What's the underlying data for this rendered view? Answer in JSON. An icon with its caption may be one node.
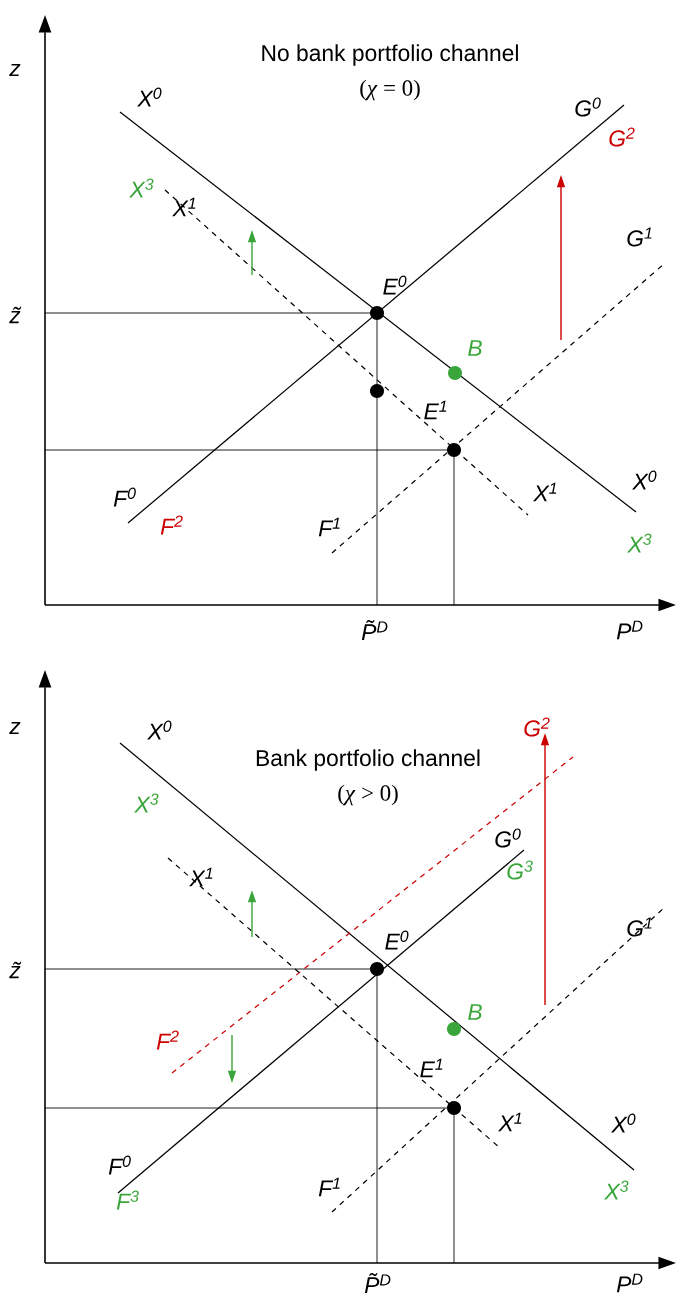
{
  "diagram": {
    "nodes": [
      {
        "text": [],
        "shape": "circle",
        "beside": [
          "E$^{0}$"
        ]
      },
      {
        "text": [],
        "shape": "circle",
        "beside": [
          "B"
        ]
      },
      {
        "text": [],
        "shape": "circle"
      },
      {
        "text": [],
        "shape": "circle",
        "beside": [
          "E$^{1}$"
        ]
      },
      {
        "text": [],
        "shape": "circle",
        "beside": [
          "E$^{0}$"
        ]
      },
      {
        "text": [],
        "shape": "circle",
        "beside": [
          "B"
        ]
      },
      {
        "text": [],
        "shape": "circle",
        "beside": [
          "E$^{1}$"
        ]
      }
    ],
    "labels": [
      "No bank portfolio channel",
      "(*χ* = 0)",
      "z",
      "X$^{0}$",
      "G$^{0}$",
      "G$^{2}$",
      "X$^{3}$",
      "X$^{1}$",
      "G$^{1}$",
      "z̃",
      "X$^{0}$",
      "F$^{0}$",
      "X$^{1}$",
      "F$^{1}$",
      "F$^{2}$",
      "X$^{3}$",
      "P̃$^{D}$",
      "P$^{D}$",
      "z",
      "G$^{2}$",
      "X$^{0}$",
      "Bank portfolio channel",
      "(*χ* > 0)",
      "X$^{3}$",
      "G$^{0}$",
      "G$^{3}$",
      "X$^{1}$",
      "G$^{1}$",
      "z̃",
      "F$^{2}$",
      "X$^{1}$",
      "X$^{0}$",
      "F$^{0}$",
      "F$^{1}$",
      "X$^{3}$",
      "F$^{3}$",
      "P̃$^{D}$",
      "P$^{D}$"
    ]
  }
}
